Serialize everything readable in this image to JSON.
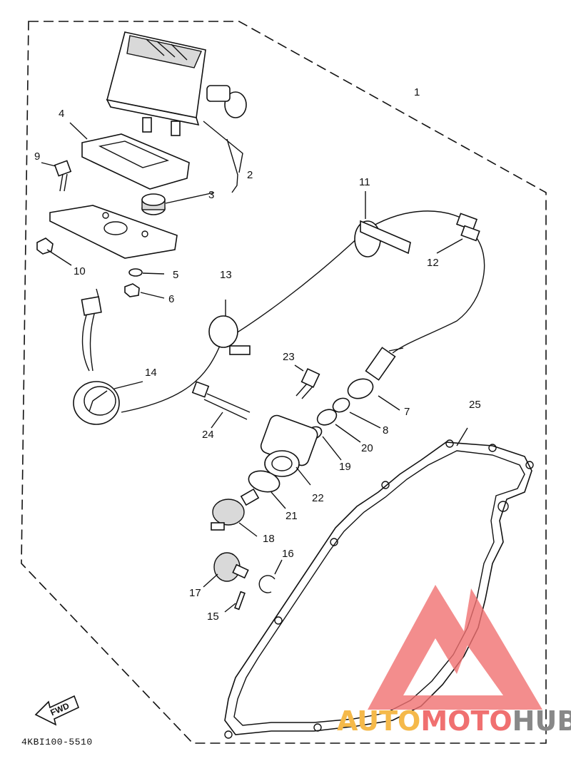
{
  "diagram": {
    "callouts": [
      "1",
      "2",
      "3",
      "4",
      "5",
      "6",
      "7",
      "8",
      "9",
      "10",
      "11",
      "12",
      "13",
      "14",
      "15",
      "16",
      "17",
      "18",
      "19",
      "20",
      "21",
      "22",
      "23",
      "24",
      "25"
    ],
    "part_code": "4KBI100-5510",
    "fwd_label": "FWD"
  },
  "watermark": {
    "auto": "AUTO",
    "moto": "MOTO",
    "hub": "HUB",
    "colors": {
      "triangle": "#f07070",
      "auto": "#f5b94a",
      "moto": "#f07070",
      "hub": "#888888"
    }
  }
}
